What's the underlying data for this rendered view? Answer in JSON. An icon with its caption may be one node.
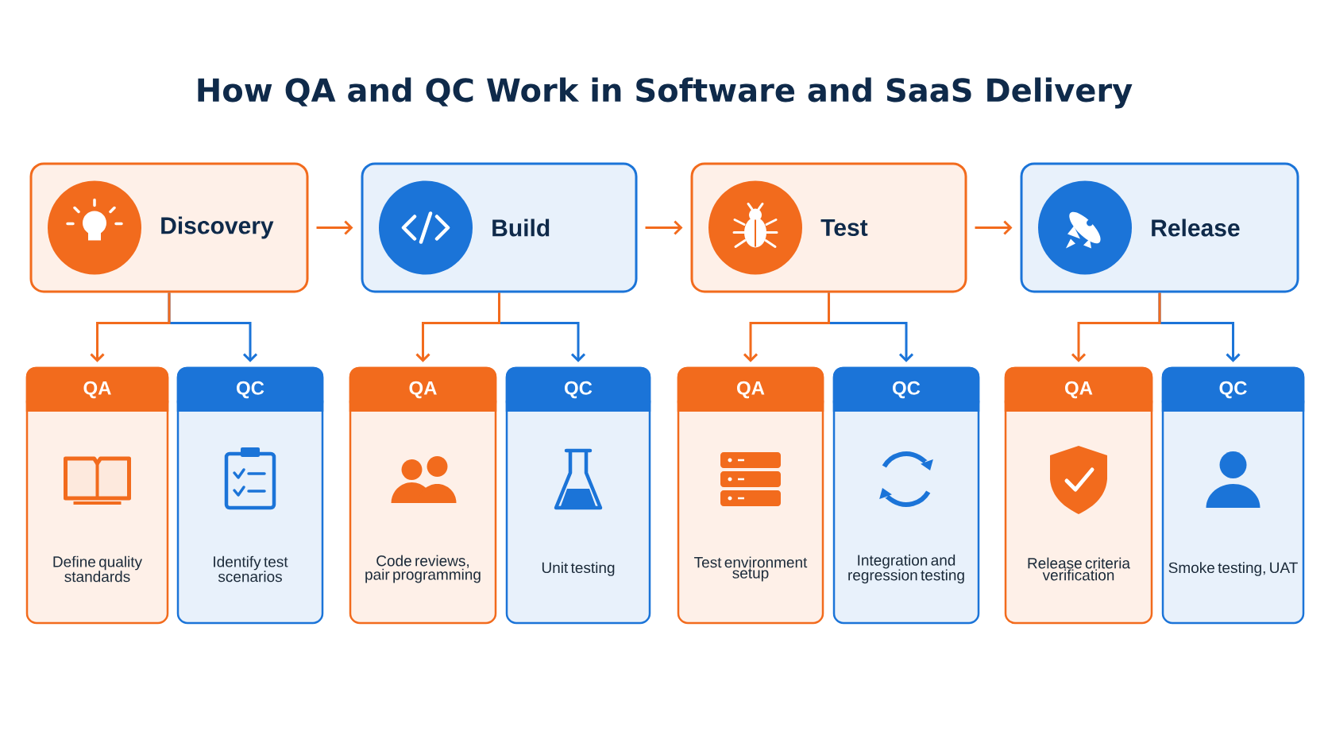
{
  "diagram": {
    "title": "How QA and QC Work in Software and SaaS Delivery",
    "nodes": [
      {
        "text": [
          "Discovery"
        ]
      },
      {
        "text": [
          "Build"
        ]
      },
      {
        "text": [
          "Test"
        ]
      },
      {
        "text": [
          "Release"
        ]
      },
      {
        "text": [
          "QA",
          "Define quality standards"
        ]
      },
      {
        "text": [
          "QC",
          "Identify test scenarios"
        ]
      },
      {
        "text": [
          "QA",
          "Code reviews, pair programming"
        ]
      },
      {
        "text": [
          "QC",
          "Unit testing"
        ]
      },
      {
        "text": [
          "QA",
          "Test environment setup"
        ]
      },
      {
        "text": [
          "QC",
          "Integration and regression testing"
        ]
      },
      {
        "text": [
          "QA",
          "Release criteria verification"
        ]
      },
      {
        "text": [
          "QC",
          "Smoke testing, UAT"
        ]
      }
    ],
    "edges": [
      {
        "from": 0,
        "to": 1,
        "arrow": "to"
      },
      {
        "from": 1,
        "to": 2,
        "arrow": "to"
      },
      {
        "from": 2,
        "to": 3,
        "arrow": "to"
      },
      {
        "from": 0,
        "to": 4,
        "arrow": "to"
      },
      {
        "from": 0,
        "to": 5,
        "arrow": "to",
        "color": "#1b74d8"
      },
      {
        "from": 1,
        "to": 6,
        "arrow": "to"
      },
      {
        "from": 1,
        "to": 7,
        "arrow": "to",
        "color": "#1b74d8"
      },
      {
        "from": 2,
        "to": 8,
        "arrow": "to"
      },
      {
        "from": 2,
        "to": 9,
        "arrow": "to",
        "color": "#1b74d8"
      },
      {
        "from": 3,
        "to": 10,
        "arrow": "to"
      },
      {
        "from": 3,
        "to": 11,
        "arrow": "to",
        "color": "#1b74d8"
      }
    ]
  }
}
